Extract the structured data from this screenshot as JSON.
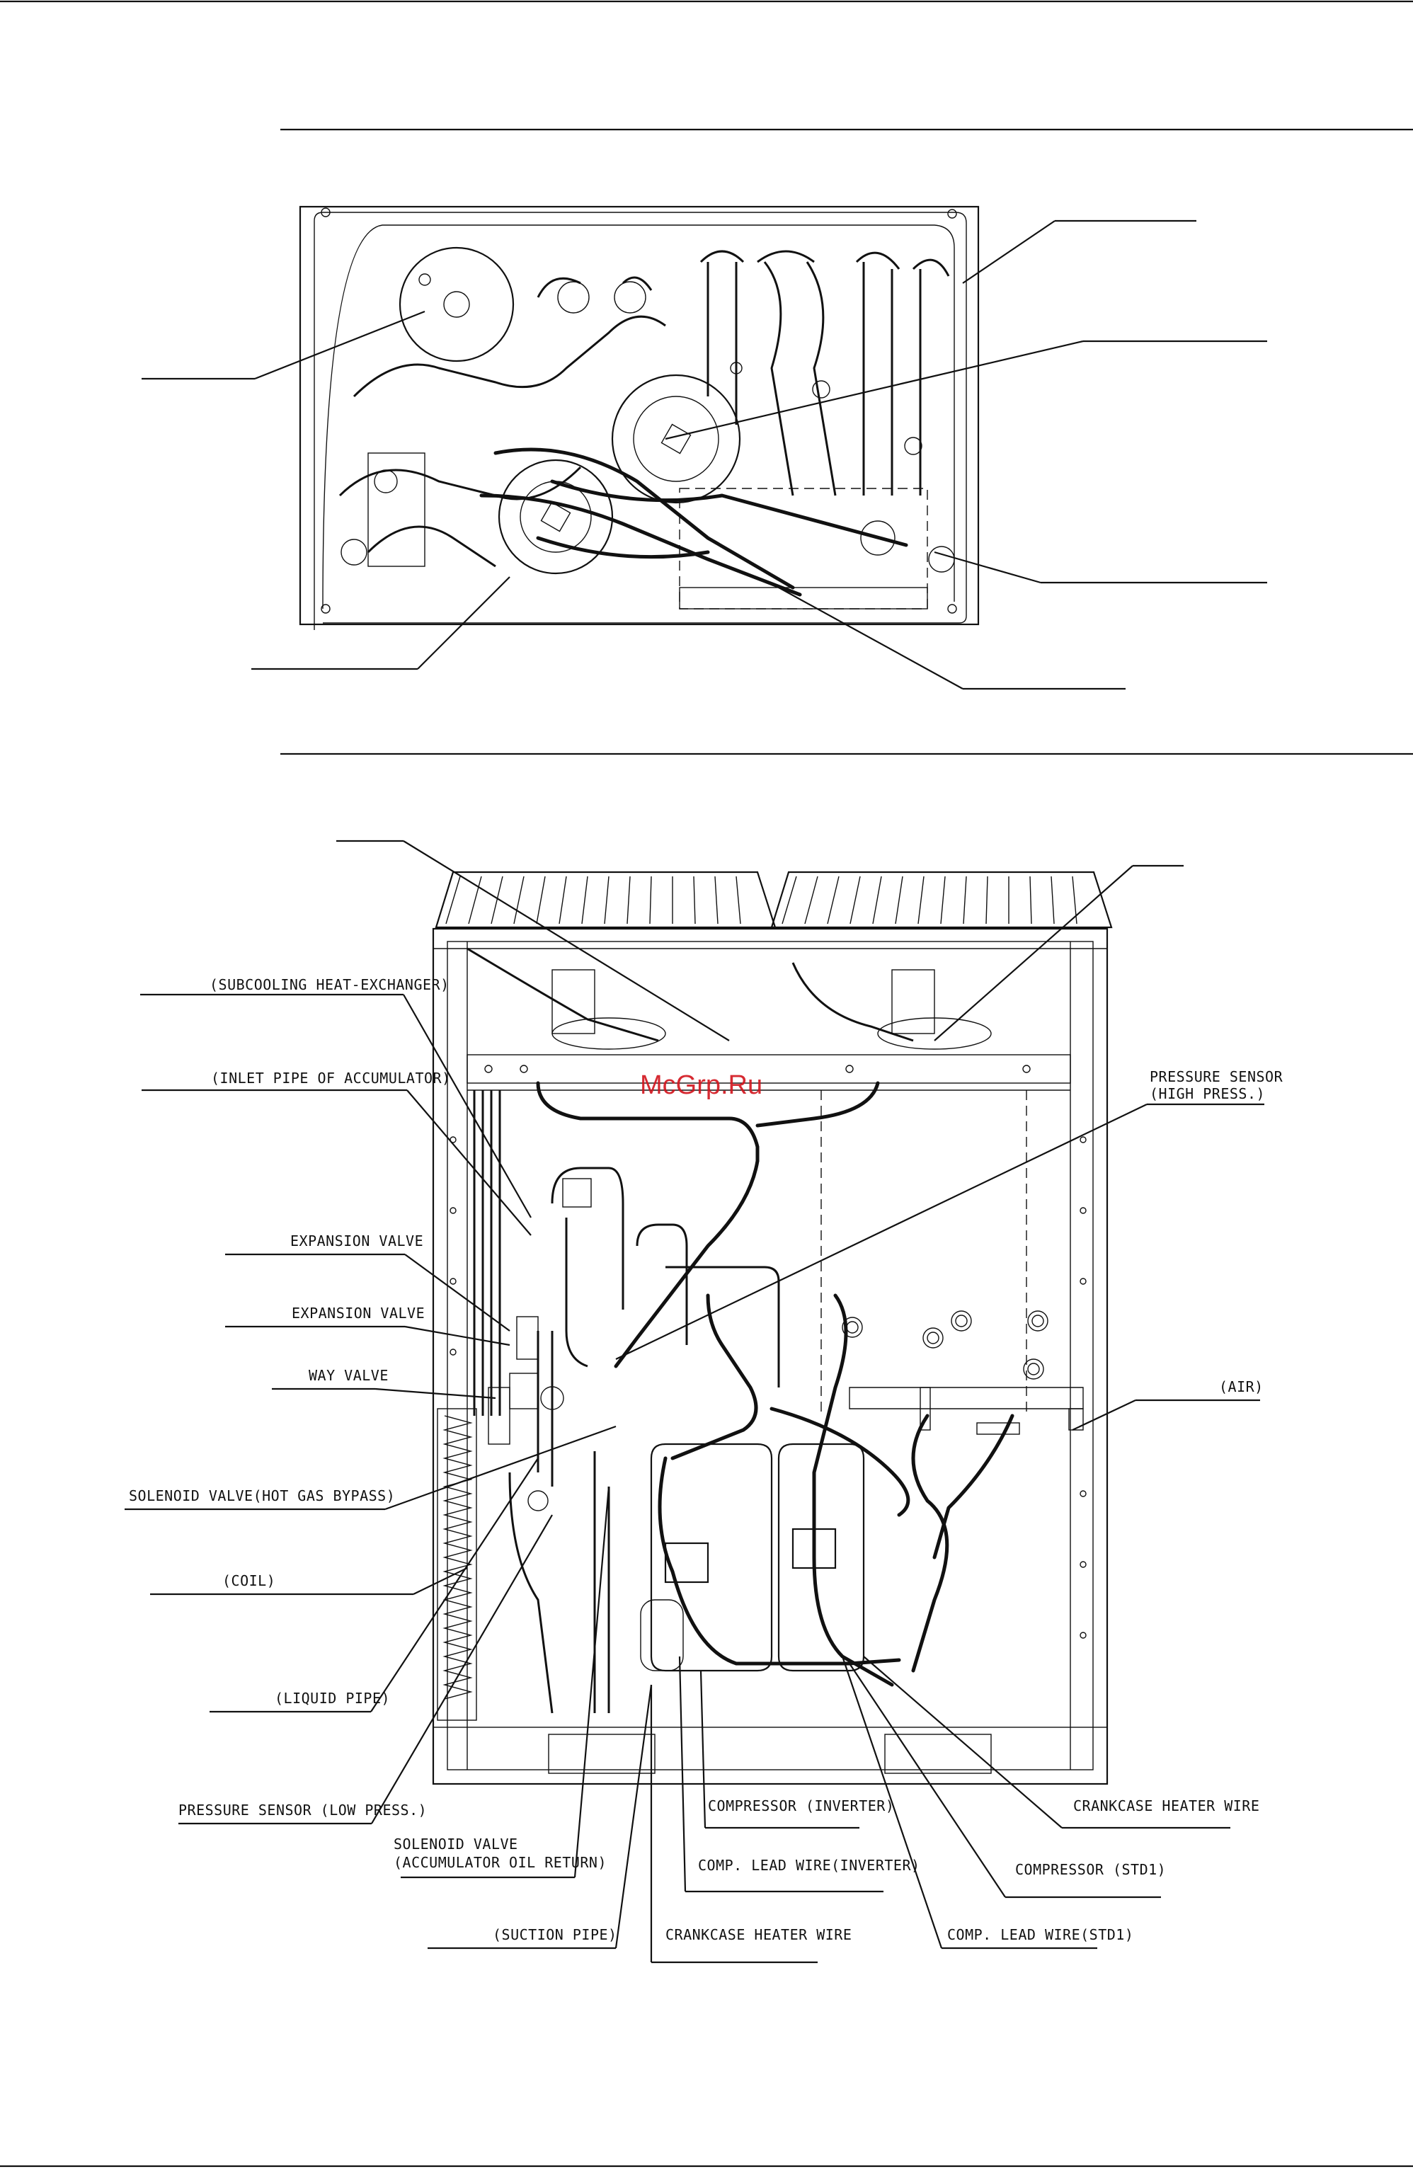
{
  "watermark": "McGrp.Ru",
  "labels": {
    "subcooling": "(SUBCOOLING HEAT-EXCHANGER)",
    "inlet_pipe": "(INLET PIPE OF ACCUMULATOR)",
    "expansion_valve_1": "EXPANSION VALVE",
    "expansion_valve_2": "EXPANSION VALVE",
    "way_valve": "WAY VALVE",
    "solenoid_hot_gas": "SOLENOID VALVE(HOT GAS BYPASS)",
    "coil": "(COIL)",
    "liquid_pipe": "(LIQUID PIPE)",
    "pressure_sensor_low": "PRESSURE SENSOR (LOW PRESS.)",
    "solenoid_oil_1": "SOLENOID VALVE",
    "solenoid_oil_2": "(ACCUMULATOR OIL RETURN)",
    "suction_pipe": "(SUCTION PIPE)",
    "crankcase_heater_1": "CRANKCASE HEATER WIRE",
    "comp_lead_inverter": "COMP. LEAD WIRE(INVERTER)",
    "compressor_inverter": "COMPRESSOR (INVERTER)",
    "comp_lead_std1": "COMP. LEAD WIRE(STD1)",
    "compressor_std1": "COMPRESSOR (STD1)",
    "crankcase_heater_2": "CRANKCASE HEATER WIRE",
    "air": "(AIR)",
    "pressure_sensor_high_1": "PRESSURE SENSOR",
    "pressure_sensor_high_2": "(HIGH PRESS.)"
  }
}
